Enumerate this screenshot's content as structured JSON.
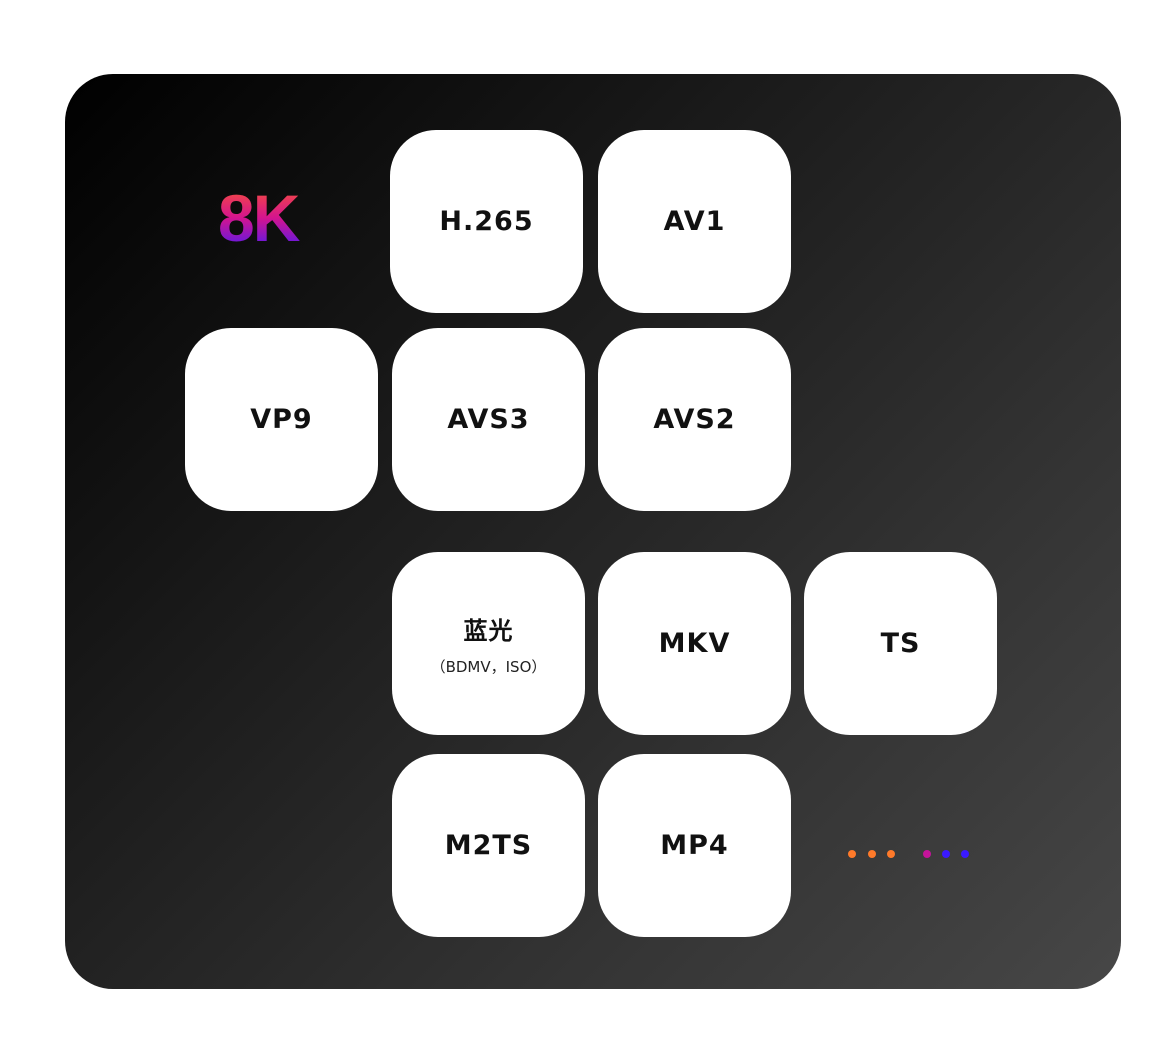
{
  "logo": {
    "text": "8K"
  },
  "tiles": [
    {
      "label": "H.265"
    },
    {
      "label": "AV1"
    },
    {
      "label": "VP9"
    },
    {
      "label": "AVS3"
    },
    {
      "label": "AVS2"
    },
    {
      "label": "蓝光",
      "sub": "（BDMV，ISO）"
    },
    {
      "label": "MKV"
    },
    {
      "label": "TS"
    },
    {
      "label": "M2TS"
    },
    {
      "label": "MP4"
    }
  ],
  "colors": {
    "logo_gradient": [
      "#ff5a2a",
      "#d3148f",
      "#3a1aff"
    ],
    "dots": [
      "#ff7a2a",
      "#ff7a2a",
      "#ff7a2a",
      "#c4149a",
      "#3a1aff",
      "#3a1aff"
    ]
  }
}
